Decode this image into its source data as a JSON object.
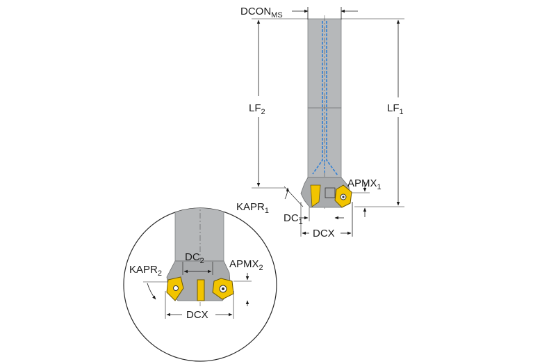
{
  "colors": {
    "shank": "#b6b8ba",
    "shank_dark": "#8f9193",
    "coolant": "#2e7fd6",
    "insert": "#f2c400",
    "insert_dark": "#6b5600",
    "line": "#1a1a1a",
    "circle": "#2a2a2a"
  },
  "labels": {
    "dcon": {
      "main": "DCON",
      "sub": "MS"
    },
    "lf2": {
      "main": "LF",
      "sub": "2"
    },
    "lf1": {
      "main": "LF",
      "sub": "1"
    },
    "apmx1": {
      "main": "APMX",
      "sub": "1"
    },
    "kapr1": {
      "main": "KAPR",
      "sub": "1"
    },
    "dc1": {
      "main": "DC",
      "sub": "1"
    },
    "dcx_main": "DCX",
    "dc2": {
      "main": "DC",
      "sub": "2"
    },
    "kapr2": {
      "main": "KAPR",
      "sub": "2"
    },
    "apmx2": {
      "main": "APMX",
      "sub": "2"
    },
    "dcx_detail": "DCX"
  }
}
